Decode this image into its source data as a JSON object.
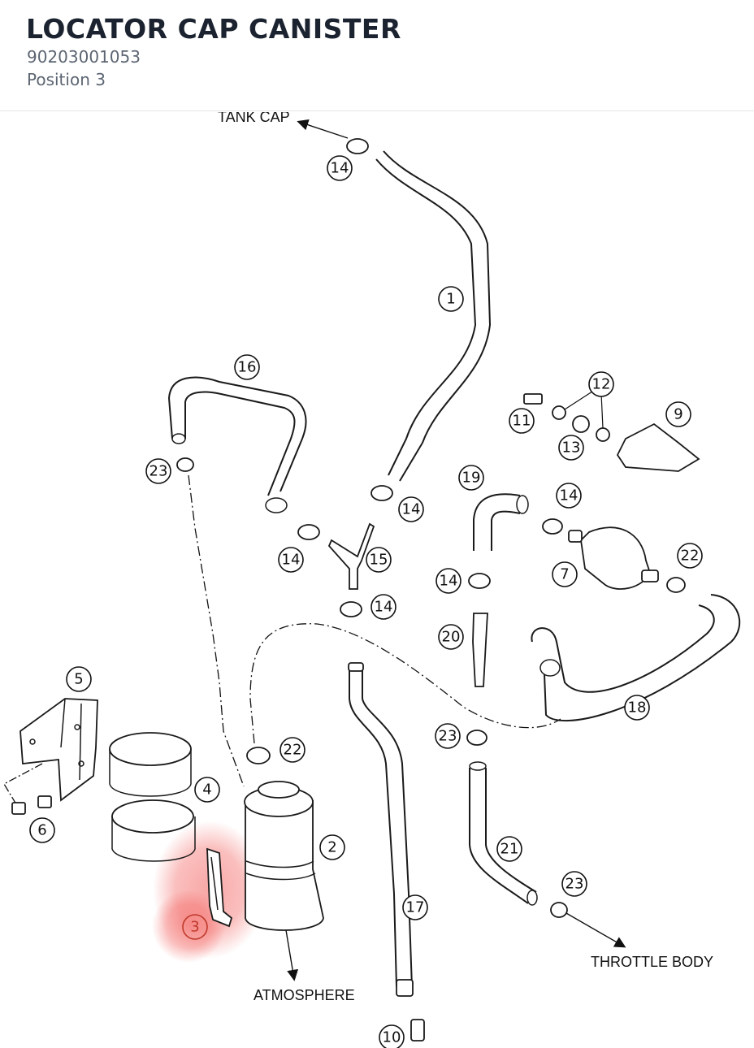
{
  "header": {
    "title": "LOCATOR CAP CANISTER",
    "part_number": "90203001053",
    "position": "Position 3"
  },
  "diagram": {
    "destinations": {
      "tank_cap": "TANK CAP",
      "throttle_body": "THROTTLE BODY",
      "atmosphere": "ATMOSPHERE"
    },
    "callouts": [
      "14",
      "1",
      "16",
      "23",
      "14",
      "14",
      "15",
      "14",
      "12",
      "11",
      "13",
      "9",
      "19",
      "14",
      "22",
      "7",
      "14",
      "20",
      "18",
      "23",
      "5",
      "22",
      "4",
      "2",
      "6",
      "3",
      "21",
      "17",
      "23",
      "10"
    ],
    "highlighted_callout": "3",
    "highlight_color": "#f25f5c"
  }
}
